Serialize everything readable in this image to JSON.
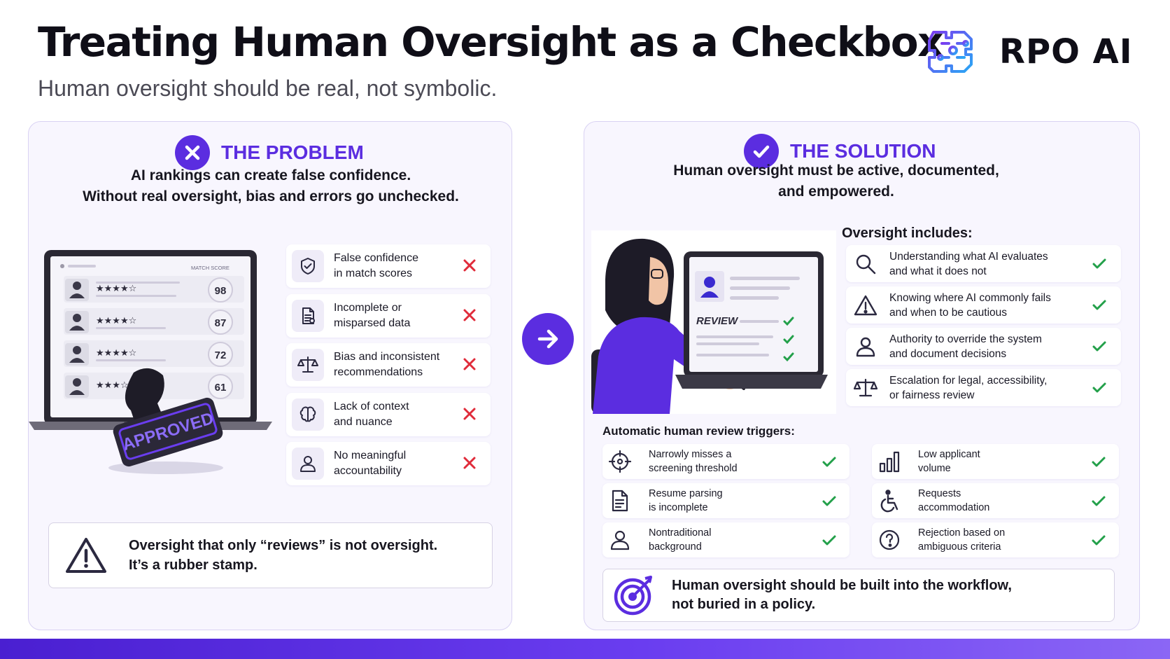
{
  "header": {
    "title": "Treating Human Oversight as a Checkbox",
    "subtitle": "Human oversight should be real, not symbolic.",
    "logo_text": "RPO AI",
    "logo_icon": "circuit-brain-icon"
  },
  "colors": {
    "accent": "#5b2de0",
    "cross": "#e02b3a",
    "check": "#23a04a",
    "bar": "#6a3df0"
  },
  "problem": {
    "heading": "THE PROBLEM",
    "lead_line1": "AI rankings can create false confidence.",
    "lead_line2": "Without real oversight, bias and errors go unchecked.",
    "illustration": {
      "header_label": "MATCH SCORE",
      "scores": [
        "98",
        "87",
        "72",
        "61"
      ],
      "stamp_text": "APPROVED"
    },
    "items": [
      {
        "icon": "shield-check-icon",
        "line1": "False confidence",
        "line2": "in match scores"
      },
      {
        "icon": "document-icon",
        "line1": "Incomplete or",
        "line2": "misparsed data"
      },
      {
        "icon": "scales-icon",
        "line1": "Bias and inconsistent",
        "line2": "recommendations"
      },
      {
        "icon": "brain-icon",
        "line1": "Lack of context",
        "line2": "and nuance"
      },
      {
        "icon": "person-icon",
        "line1": "No meaningful",
        "line2": "accountability"
      }
    ],
    "warning_line1": "Oversight that only “reviews” is not oversight.",
    "warning_line2": "It’s a rubber stamp."
  },
  "solution": {
    "heading": "THE SOLUTION",
    "lead_line1": "Human oversight must be active, documented,",
    "lead_line2": "and empowered.",
    "illustration": {
      "review_label": "REVIEW"
    },
    "includes_heading": "Oversight includes:",
    "includes": [
      {
        "icon": "search-icon",
        "line1": "Understanding what AI evaluates",
        "line2": "and what it does not"
      },
      {
        "icon": "warning-icon",
        "line1": "Knowing where AI commonly fails",
        "line2": "and when to be cautious"
      },
      {
        "icon": "person-icon",
        "line1": "Authority to override the system",
        "line2": "and document decisions"
      },
      {
        "icon": "scales-icon",
        "line1": "Escalation for legal, accessibility,",
        "line2": "or fairness review"
      }
    ],
    "triggers_heading": "Automatic human review triggers:",
    "triggers": [
      {
        "icon": "crosshair-icon",
        "line1": "Narrowly misses a",
        "line2": "screening threshold"
      },
      {
        "icon": "bar-chart-icon",
        "line1": "Low applicant",
        "line2": "volume"
      },
      {
        "icon": "document-icon",
        "line1": "Resume parsing",
        "line2": "is incomplete"
      },
      {
        "icon": "accessibility-icon",
        "line1": "Requests",
        "line2": "accommodation"
      },
      {
        "icon": "person-icon",
        "line1": "Nontraditional",
        "line2": "background"
      },
      {
        "icon": "question-icon",
        "line1": "Rejection based on",
        "line2": "ambiguous criteria"
      }
    ],
    "closing_line1": "Human oversight should be built into the workflow,",
    "closing_line2": "not buried in a policy."
  }
}
